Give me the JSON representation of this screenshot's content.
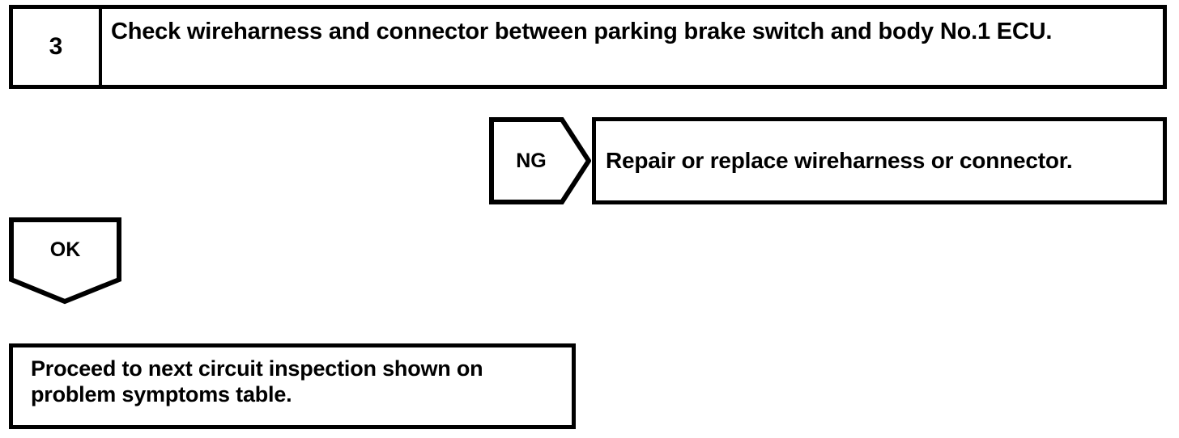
{
  "document": {
    "type": "troubleshooting-flowchart",
    "ink_color": "#000000",
    "background_color": "#ffffff"
  },
  "step": {
    "number": "3",
    "instruction": "Check wireharness and connector between parking brake switch and body No.1 ECU."
  },
  "branches": {
    "ng": {
      "label": "NG",
      "shape": "right-pointing-pentagon",
      "result_text": "Repair or replace wireharness or connector."
    },
    "ok": {
      "label": "OK",
      "shape": "down-pointing-pentagon"
    }
  },
  "outcome": {
    "text": "Proceed to next circuit inspection shown on problem symptoms table."
  }
}
